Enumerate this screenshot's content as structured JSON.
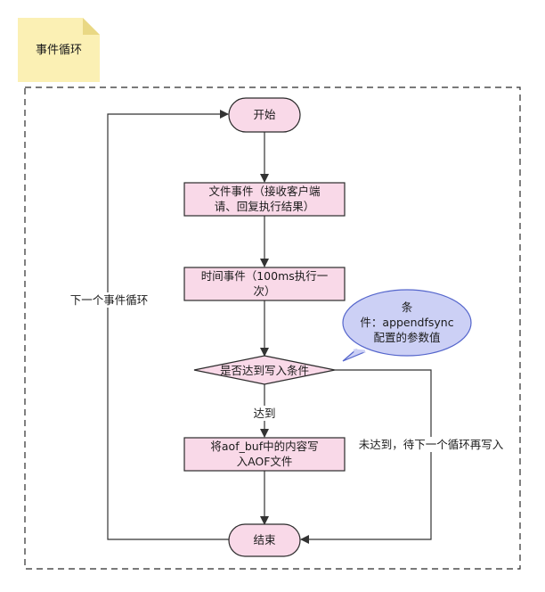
{
  "note": {
    "title": "事件循环"
  },
  "nodes": {
    "start": "开始",
    "file_event": "文件事件（接收客户端\n请、回复执行结果）",
    "time_event": "时间事件（100ms执行一\n次）",
    "condition_check": "是否达到写入条件",
    "write_aof": "将aof_buf中的内容写\n入AOF文件",
    "end": "结束"
  },
  "bubble": {
    "text": "条\n件：appendfsync\n配置的参数值"
  },
  "edges": {
    "loop_back": "下一个事件循环",
    "reached": "达到",
    "not_reached": "未达到，待下一个循环再写入"
  },
  "colors": {
    "process_fill": "#f9d9e8",
    "process_stroke": "#2b2b2b",
    "note_fill": "#fbf0b4",
    "note_fold": "#e9d884",
    "bubble_fill": "#ccd0f5",
    "bubble_stroke": "#5566cc",
    "line": "#333333"
  }
}
